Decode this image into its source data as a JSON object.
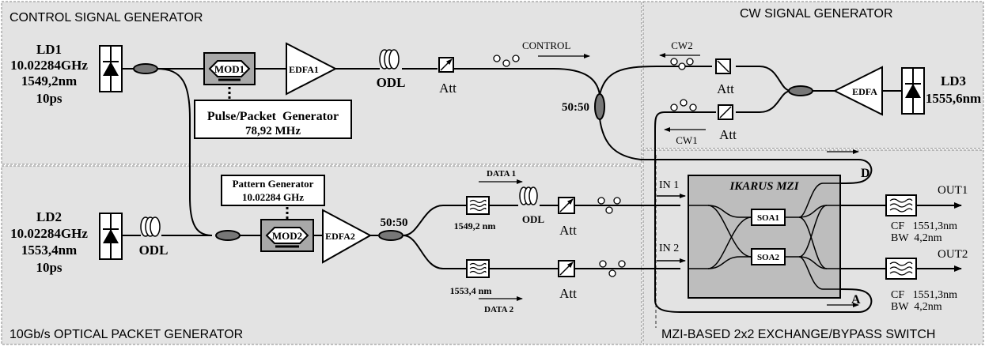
{
  "regions": {
    "control": "CONTROL SIGNAL GENERATOR",
    "cw": "CW SIGNAL GENERATOR",
    "packet": "10Gb/s OPTICAL PACKET GENERATOR",
    "switch": "MZI-BASED 2x2 EXCHANGE/BYPASS SWITCH"
  },
  "ld1": {
    "name": "LD1",
    "freq": "10.02284GHz",
    "wl": "1549,2nm",
    "pulse": "10ps"
  },
  "ld2": {
    "name": "LD2",
    "freq": "10.02284GHz",
    "wl": "1553,4nm",
    "pulse": "10ps"
  },
  "ld3": {
    "name": "LD3",
    "wl": "1555,6nm"
  },
  "mod1": "MOD1",
  "mod2": "MOD2",
  "edfa1": "EDFA1",
  "edfa2": "EDFA2",
  "edfa3": "EDFA",
  "odl": "ODL",
  "att": "Att",
  "pulse_gen": {
    "line1": "Pulse/Packet  Generator",
    "line2": "78,92 MHz"
  },
  "pattern_gen": {
    "line1": "Pattern Generator",
    "line2": "10.02284 GHz"
  },
  "coupler_ratio": "50:50",
  "control_label": "CONTROL",
  "cw1": "CW1",
  "cw2": "CW2",
  "data1": "DATA 1",
  "data2": "DATA 2",
  "filter1_wl": "1549,2 nm",
  "filter2_wl": "1553,4 nm",
  "mzi": "IKARUS MZI",
  "soa1": "SOA1",
  "soa2": "SOA2",
  "in1": "IN 1",
  "in2": "IN 2",
  "out1": "OUT1",
  "out2": "OUT2",
  "port_d": "D",
  "port_a": "A",
  "cf1": "CF   1551,3nm",
  "bw1": "BW  4,2nm",
  "cf2": "CF   1551,3nm",
  "bw2": "BW  4,2nm"
}
